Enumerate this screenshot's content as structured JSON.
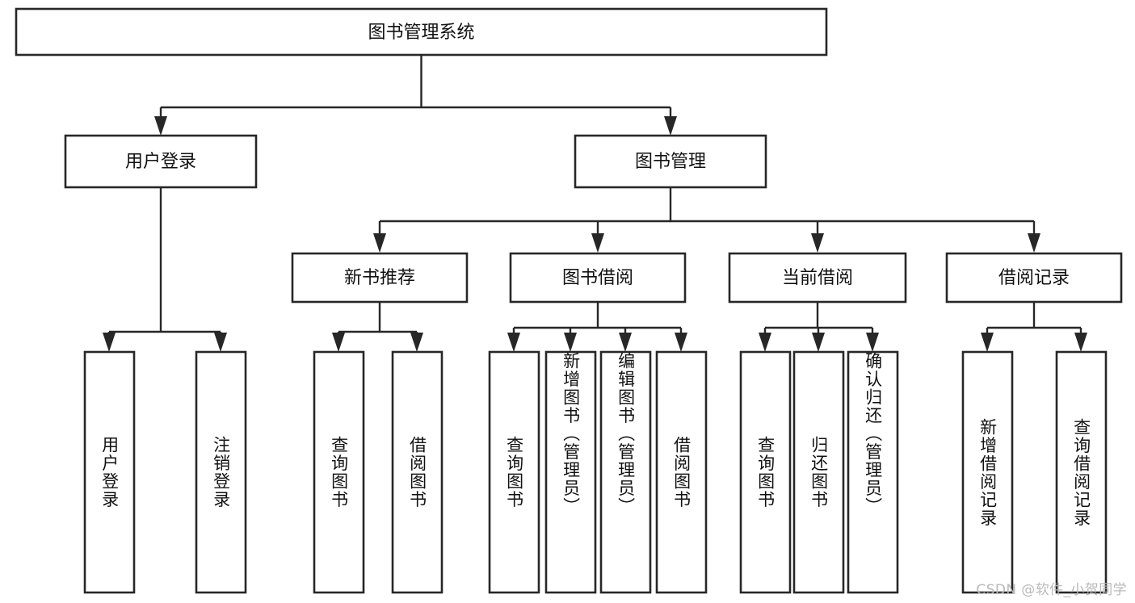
{
  "diagram": {
    "type": "tree-flowchart",
    "title": "图书管理系统",
    "watermark": "CSDN @软件_小贺同学",
    "colors": {
      "background": "#ffffff",
      "box_stroke": "#272727",
      "box_fill": "#ffffff",
      "text": "#111111",
      "watermark": "#b9b9b9"
    },
    "nodes": {
      "root": {
        "label": "图书管理系统"
      },
      "level2": [
        {
          "id": "user-login",
          "label": "用户登录"
        },
        {
          "id": "book-manage",
          "label": "图书管理"
        }
      ],
      "level3": [
        {
          "id": "new-book-recommend",
          "label": "新书推荐"
        },
        {
          "id": "book-borrow",
          "label": "图书借阅"
        },
        {
          "id": "current-borrow",
          "label": "当前借阅"
        },
        {
          "id": "borrow-record",
          "label": "借阅记录"
        }
      ],
      "leaves": {
        "user_login": [
          {
            "id": "leaf-user-login",
            "label": "用户登录"
          },
          {
            "id": "leaf-user-logout",
            "label": "注销登录"
          }
        ],
        "new_book_recommend": [
          {
            "id": "leaf-query-book-1",
            "label": "查询图书"
          },
          {
            "id": "leaf-borrow-book-1",
            "label": "借阅图书"
          }
        ],
        "book_borrow": [
          {
            "id": "leaf-query-book-2",
            "label": "查询图书"
          },
          {
            "id": "leaf-add-book",
            "label": "新增图书（管理员）"
          },
          {
            "id": "leaf-edit-book",
            "label": "编辑图书（管理员）"
          },
          {
            "id": "leaf-borrow-book-2",
            "label": "借阅图书"
          }
        ],
        "current_borrow": [
          {
            "id": "leaf-query-book-3",
            "label": "查询图书"
          },
          {
            "id": "leaf-return-book",
            "label": "归还图书"
          },
          {
            "id": "leaf-confirm-return",
            "label": "确认归还（管理员）"
          }
        ],
        "borrow_record": [
          {
            "id": "leaf-add-record",
            "label": "新增借阅记录"
          },
          {
            "id": "leaf-query-record",
            "label": "查询借阅记录"
          }
        ]
      }
    }
  }
}
